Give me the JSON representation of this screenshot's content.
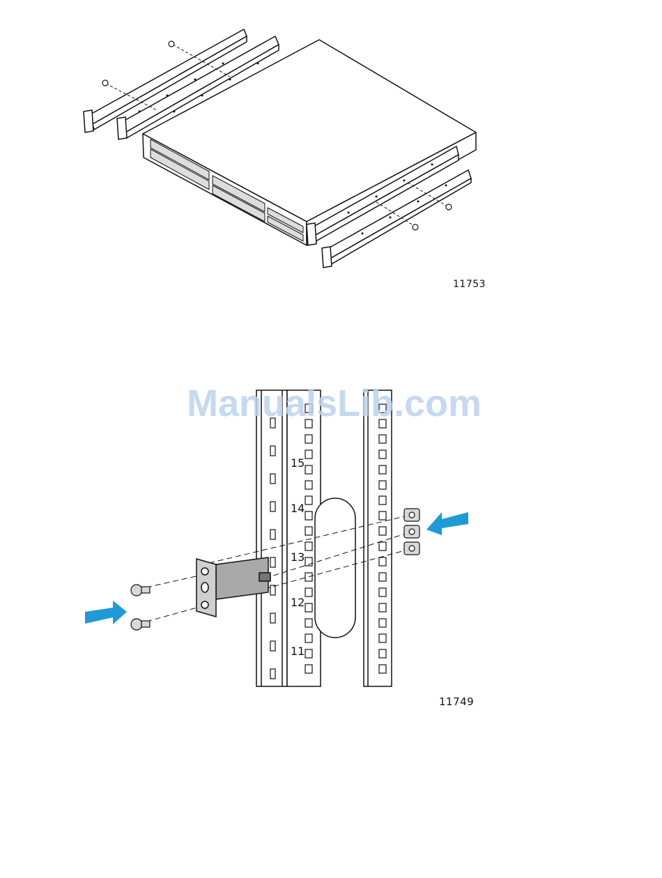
{
  "figures": [
    {
      "id": "11753",
      "label": "11753"
    },
    {
      "id": "11749",
      "label": "11749"
    }
  ],
  "rack_units": [
    "15",
    "14",
    "13",
    "12",
    "11"
  ],
  "watermark": "ManualsLib.com",
  "colors": {
    "arrow": "#1f9ad6",
    "bracket": "#a9a9a9",
    "line": "#111111"
  }
}
